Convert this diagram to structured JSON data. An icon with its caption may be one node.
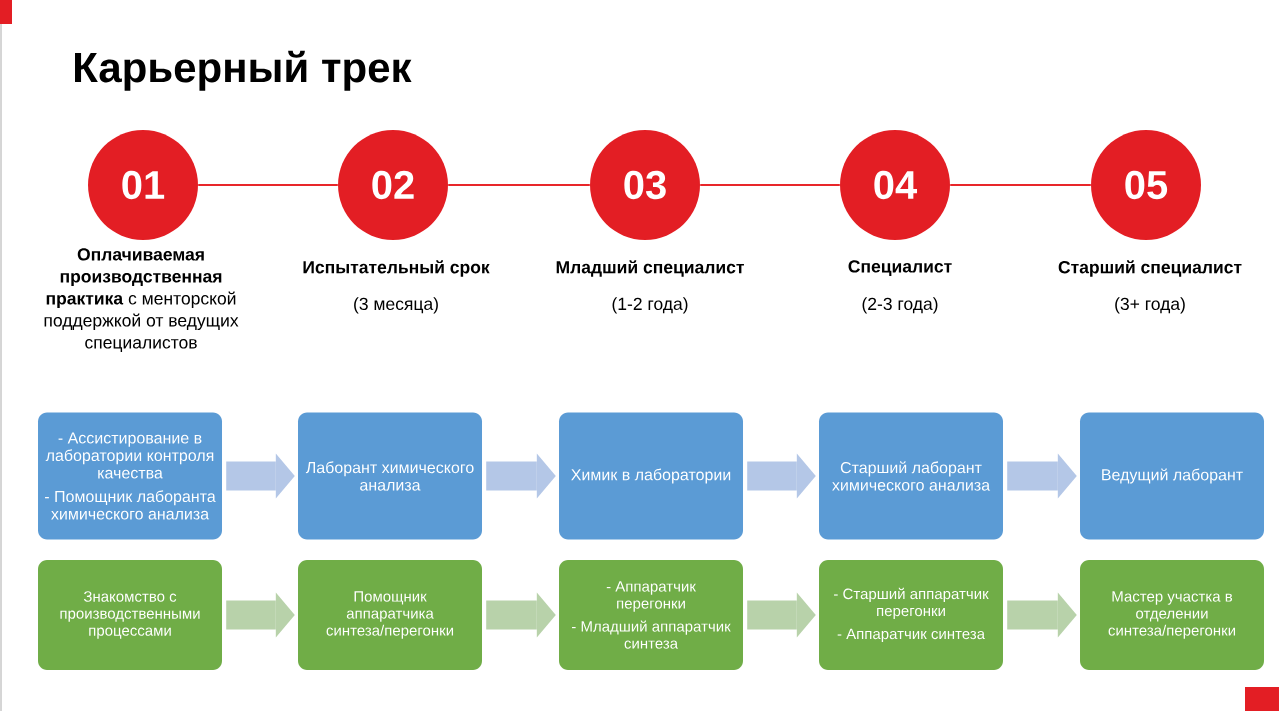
{
  "diagram": {
    "title": "Карьерный трек",
    "nodes": [
      {
        "text": [
          "01"
        ],
        "beside": [
          "**Оплачиваемая производственная практика** с менторской поддержкой от ведущих специалистов"
        ]
      },
      {
        "text": [
          "02"
        ],
        "beside": [
          "Испытательный срок",
          "(3 месяца)"
        ]
      },
      {
        "text": [
          "03"
        ],
        "beside": [
          "Младший специалист",
          "(1-2 года)"
        ]
      },
      {
        "text": [
          "04"
        ],
        "beside": [
          "Специалист",
          "(2-3 года)"
        ]
      },
      {
        "text": [
          "05"
        ],
        "beside": [
          "Старший специалист",
          "(3+ года)"
        ]
      },
      {
        "text": [
          "- Ассистирование в лаборатории контроля качества",
          "- Помощник лаборанта химического анализа"
        ]
      },
      {
        "text": [
          "Лаборант химического анализа"
        ]
      },
      {
        "text": [
          "Химик в лаборатории"
        ]
      },
      {
        "text": [
          "Старший лаборант химического анализа"
        ]
      },
      {
        "text": [
          "Ведущий лаборант"
        ]
      },
      {
        "text": [
          "Знакомство с производственными процессами"
        ]
      },
      {
        "text": [
          "Помощник аппаратчика синтеза/перегонки"
        ]
      },
      {
        "text": [
          "- Аппаратчик перегонки",
          "- Младший аппаратчик синтеза"
        ]
      },
      {
        "text": [
          "- Старший аппаратчик перегонки",
          "- Аппаратчик синтеза"
        ]
      },
      {
        "text": [
          "Мастер участка в отделении синтеза/перегонки"
        ]
      }
    ],
    "edges": [
      {
        "from": 0,
        "to": 1,
        "arrow": "none",
        "color": "#e8262a"
      },
      {
        "from": 1,
        "to": 2,
        "arrow": "none",
        "color": "#e8262a"
      },
      {
        "from": 2,
        "to": 3,
        "arrow": "none",
        "color": "#e8262a"
      },
      {
        "from": 3,
        "to": 4,
        "arrow": "none",
        "color": "#e8262a"
      },
      {
        "from": 5,
        "to": 6,
        "arrow": "to",
        "color": "#b4c7e7"
      },
      {
        "from": 6,
        "to": 7,
        "arrow": "to",
        "color": "#b4c7e7"
      },
      {
        "from": 7,
        "to": 8,
        "arrow": "to",
        "color": "#b4c7e7"
      },
      {
        "from": 8,
        "to": 9,
        "arrow": "to",
        "color": "#b4c7e7"
      },
      {
        "from": 10,
        "to": 11,
        "arrow": "to",
        "color": "#b8d2aa"
      },
      {
        "from": 11,
        "to": 12,
        "arrow": "to",
        "color": "#b8d2aa"
      },
      {
        "from": 12,
        "to": 13,
        "arrow": "to",
        "color": "#b8d2aa"
      },
      {
        "from": 13,
        "to": 14,
        "arrow": "to",
        "color": "#b8d2aa"
      }
    ]
  }
}
